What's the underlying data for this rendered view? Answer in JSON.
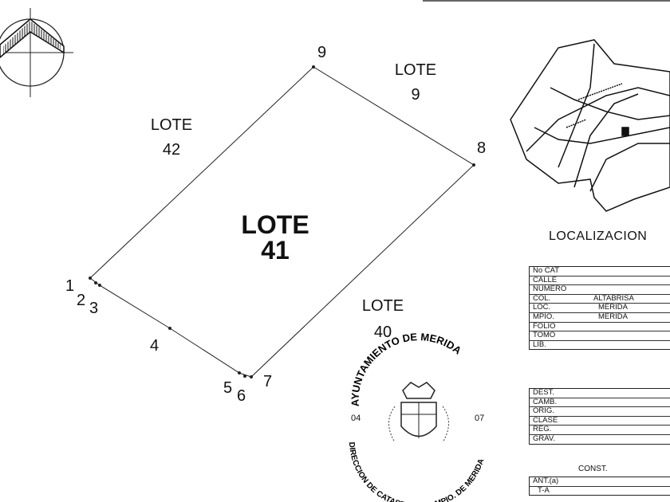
{
  "plan": {
    "lots": [
      {
        "label": "LOTE",
        "number": "42"
      },
      {
        "label": "LOTE",
        "number": "9"
      },
      {
        "label": "LOTE",
        "number": "40"
      }
    ],
    "main_lot": {
      "label": "LOTE",
      "number": "41"
    },
    "vertices": [
      "1",
      "2",
      "3",
      "4",
      "5",
      "6",
      "7",
      "8",
      "9"
    ]
  },
  "location_title": "LOCALIZACION",
  "table1": [
    {
      "label": "No  CAT",
      "value": ""
    },
    {
      "label": "CALLE",
      "value": ""
    },
    {
      "label": "NUMERO",
      "value": ""
    },
    {
      "label": "COL.",
      "value": "ALTABRISA"
    },
    {
      "label": "LOC.",
      "value": "MERIDA"
    },
    {
      "label": "MPIO.",
      "value": "MERIDA"
    },
    {
      "label": "FOLIO",
      "value": ""
    },
    {
      "label": "TOMO",
      "value": ""
    },
    {
      "label": "LIB.",
      "value": ""
    }
  ],
  "table2": [
    {
      "label": "DEST."
    },
    {
      "label": "CAMB."
    },
    {
      "label": "ORIG."
    },
    {
      "label": "CLASE"
    },
    {
      "label": "REG."
    },
    {
      "label": "GRAV."
    }
  ],
  "const_label": "CONST.",
  "table3": [
    {
      "label": "ANT.(a)"
    },
    {
      "label": "  T-A"
    }
  ],
  "seal": {
    "top_text": "AYUNTAMIENTO DE MERIDA",
    "bottom_text": "DIRECCION DE CATASTRO DEL MPIO. DE MERIDA",
    "left_num": "04",
    "right_num": "07"
  }
}
